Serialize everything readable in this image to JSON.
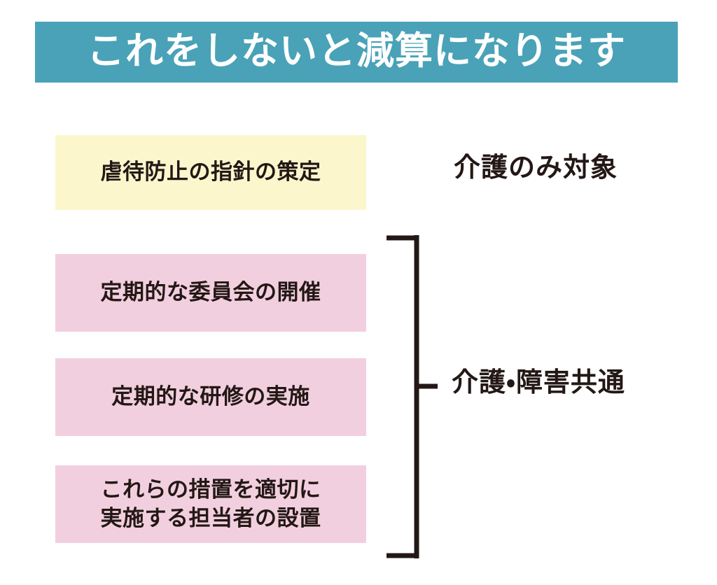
{
  "header": {
    "title": "これをしないと減算になります",
    "background_color": "#49a2b8",
    "text_color": "#ffffff"
  },
  "colors": {
    "teal_header": "#49a2b8",
    "pale_yellow_box": "#fcf6cd",
    "pale_pink_box": "#f2cfdf",
    "text_dark": "#231815",
    "bracket_line": "#231815",
    "page_background": "#ffffff"
  },
  "measures": [
    {
      "id": "abuse-prevention-policy",
      "text": "虐待防止の指針の策定",
      "fill_color": "#fcf6cd",
      "category": "介護のみ対象"
    },
    {
      "id": "periodic-committee",
      "text": "定期的な委員会の開催",
      "fill_color": "#f2cfdf",
      "category": "介護・障害共通"
    },
    {
      "id": "periodic-training",
      "text": "定期的な研修の実施",
      "fill_color": "#f2cfdf",
      "category": "介護・障害共通"
    },
    {
      "id": "responsible-person",
      "text": "これらの措置を適切に\n実施する担当者の設置",
      "fill_color": "#f2cfdf",
      "category": "介護・障害共通"
    }
  ],
  "categories": {
    "care_only": {
      "label": "介護のみ対象",
      "applies_to": [
        "abuse-prevention-policy"
      ]
    },
    "care_and_disability_common": {
      "label": "介護・障害共通",
      "applies_to": [
        "periodic-committee",
        "periodic-training",
        "responsible-person"
      ],
      "bracket": {
        "orientation": "right-facing",
        "tick_side": "right"
      }
    }
  }
}
